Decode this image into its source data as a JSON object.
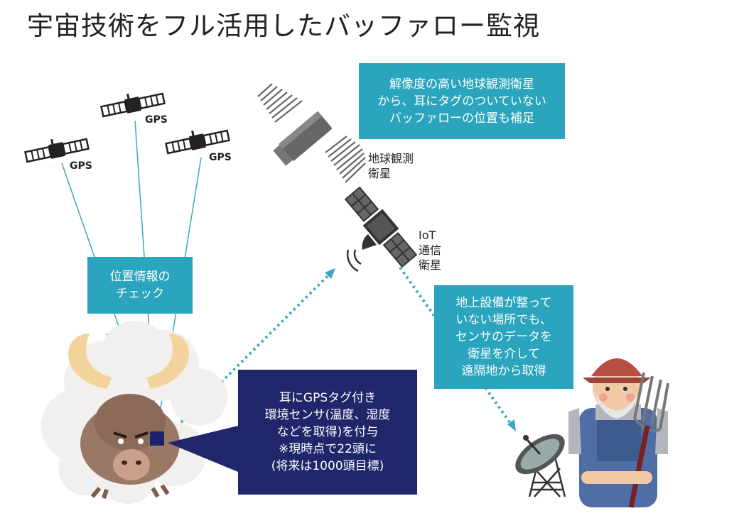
{
  "title": "宇宙技術をフル活用したバッファロー監視",
  "gps": {
    "label": "GPS"
  },
  "earth_obs_sat": {
    "line1": "地球観測",
    "line2": "衛星"
  },
  "iot_sat": {
    "line1": "IoT",
    "line2": "通信",
    "line3": "衛星"
  },
  "box_earth_obs": {
    "lines": [
      "解像度の高い地球観測衛星",
      "から、耳にタグのついていない",
      "バッファローの位置も補足"
    ]
  },
  "box_position": {
    "lines": [
      "位置情報の",
      "チェック"
    ]
  },
  "box_ground": {
    "lines": [
      "地上設備が整って",
      "いない場所でも、",
      "センサのデータを",
      "衛星を介して",
      "遠隔地から取得"
    ]
  },
  "box_tag": {
    "lines": [
      "耳にGPSタグ付き",
      "環境センサ(温度、湿度",
      "などを取得)を付与",
      "※現時点で22頭に",
      "(将来は1000頭目標)"
    ]
  },
  "colors": {
    "teal": "#2aa5bd",
    "navy": "#20266a",
    "link": "#3aa6c0"
  }
}
